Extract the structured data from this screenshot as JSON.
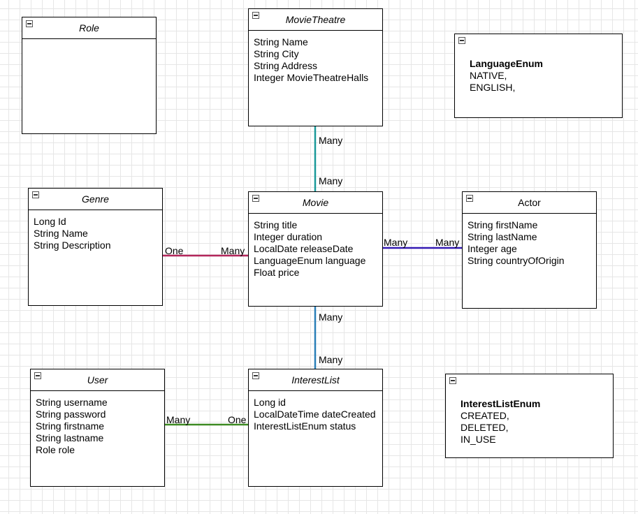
{
  "classes": {
    "role": {
      "name": "Role",
      "attributes": []
    },
    "movie_theatre": {
      "name": "MovieTheatre",
      "attributes": [
        "String Name",
        "String City",
        "String Address",
        "Integer MovieTheatreHalls"
      ]
    },
    "genre": {
      "name": "Genre",
      "attributes": [
        "Long Id",
        "String Name",
        "String Description"
      ]
    },
    "movie": {
      "name": "Movie",
      "attributes": [
        "String title",
        "Integer duration",
        "LocalDate releaseDate",
        "LanguageEnum language",
        "Float price"
      ]
    },
    "actor": {
      "name": "Actor",
      "attributes": [
        "String firstName",
        "String lastName",
        "Integer age",
        "String countryOfOrigin"
      ]
    },
    "user": {
      "name": "User",
      "attributes": [
        "String username",
        "String password",
        "String firstname",
        "String lastname",
        "Role role"
      ]
    },
    "interest_list": {
      "name": "InterestList",
      "attributes": [
        "Long id",
        "LocalDateTime dateCreated",
        "InterestListEnum status"
      ]
    }
  },
  "enums": {
    "language_enum": {
      "name": "LanguageEnum",
      "values": [
        "NATIVE,",
        "ENGLISH,"
      ]
    },
    "interest_list_enum": {
      "name": "InterestListEnum",
      "values": [
        "CREATED,",
        "DELETED,",
        "IN_USE"
      ]
    }
  },
  "relations": {
    "theatre_movie": {
      "from": "MovieTheatre",
      "to": "Movie",
      "from_label": "Many",
      "to_label": "Many",
      "color": "#1a9999"
    },
    "genre_movie": {
      "from": "Genre",
      "to": "Movie",
      "from_label": "One",
      "to_label": "Many",
      "color": "#b3265b"
    },
    "movie_actor": {
      "from": "Movie",
      "to": "Actor",
      "from_label": "Many",
      "to_label": "Many",
      "color": "#3319b3"
    },
    "movie_interest": {
      "from": "Movie",
      "to": "InterestList",
      "from_label": "Many",
      "to_label": "Many",
      "color": "#2a7fb8"
    },
    "user_interest": {
      "from": "User",
      "to": "InterestList",
      "from_label": "Many",
      "to_label": "One",
      "color": "#3d8a22"
    }
  }
}
